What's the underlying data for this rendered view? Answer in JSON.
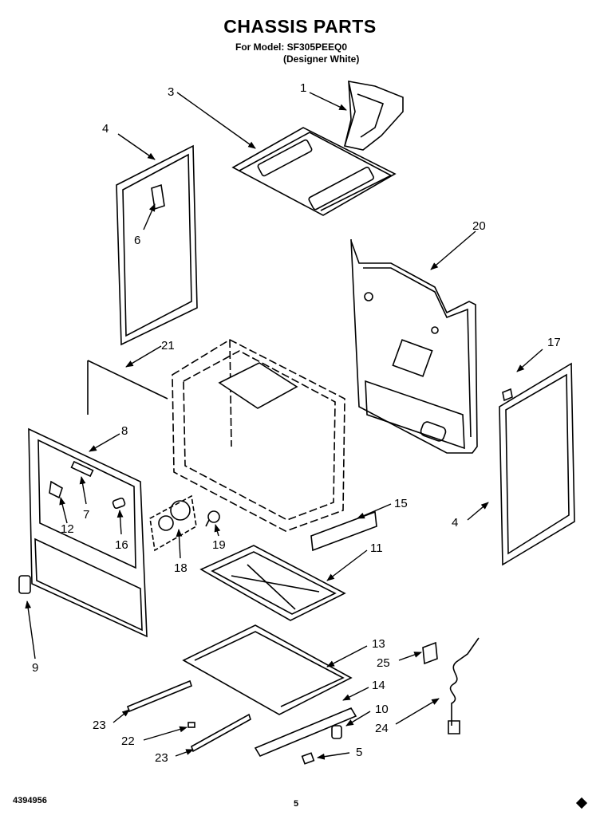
{
  "header": {
    "title": "CHASSIS PARTS",
    "model_line": "For Model: SF305PEEQ0",
    "variant_line": "(Designer White)"
  },
  "footer": {
    "doc_number": "4394956",
    "page_number": "5"
  },
  "callouts": {
    "c1": "1",
    "c3": "3",
    "c4a": "4",
    "c4b": "4",
    "c5": "5",
    "c6": "6",
    "c7": "7",
    "c8": "8",
    "c9": "9",
    "c10": "10",
    "c11": "11",
    "c12": "12",
    "c13": "13",
    "c14": "14",
    "c15": "15",
    "c16": "16",
    "c17": "17",
    "c18": "18",
    "c19": "19",
    "c20": "20",
    "c21": "21",
    "c22": "22",
    "c23a": "23",
    "c23b": "23",
    "c24": "24",
    "c25": "25"
  }
}
